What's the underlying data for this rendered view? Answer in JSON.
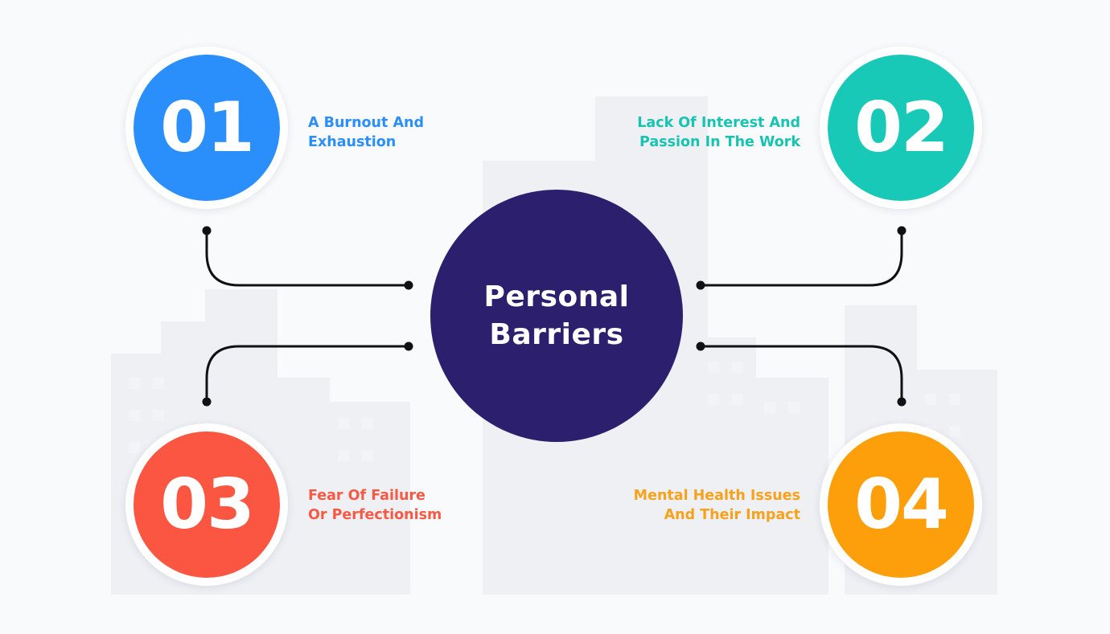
{
  "center": {
    "title_line1": "Personal",
    "title_line2": "Barriers",
    "color": "#2c1f6e"
  },
  "items": [
    {
      "number": "01",
      "label_line1": "A Burnout And",
      "label_line2": "Exhaustion",
      "color": "#2b8ffb",
      "text_color": "#2b8ffb"
    },
    {
      "number": "02",
      "label_line1": "Lack Of Interest And",
      "label_line2": "Passion In The Work",
      "color": "#19c9b8",
      "text_color": "#19c3b2"
    },
    {
      "number": "03",
      "label_line1": "Fear Of Failure",
      "label_line2": "Or Perfectionism",
      "color": "#fa5641",
      "text_color": "#f65a45"
    },
    {
      "number": "04",
      "label_line1": "Mental Health Issues",
      "label_line2": "And Their Impact",
      "color": "#fd9f0b",
      "text_color": "#f7a21c"
    }
  ],
  "connector_color": "#111111",
  "background_color": "#f9fafc"
}
